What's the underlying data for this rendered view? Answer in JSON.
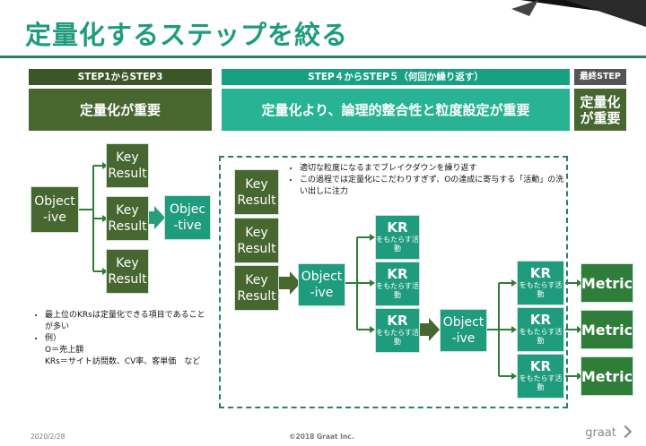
{
  "title": "定量化するステップを絞る",
  "headers": {
    "step13": "STEP1からSTEP3",
    "step45": "STEP４からSTEP５（何回か繰り返す）",
    "final": "最終STEP"
  },
  "panels": {
    "step13": "定量化が重要",
    "step45": "定量化より、論理的整合性と粒度設定が重要",
    "final_line1": "定量化",
    "final_line2": "が重要"
  },
  "left_diagram": {
    "object_box": {
      "line1": "Object",
      "line2": "-ive"
    },
    "key_results": [
      {
        "line1": "Key",
        "line2": "Result"
      },
      {
        "line1": "Key",
        "line2": "Result"
      },
      {
        "line1": "Key",
        "line2": "Result"
      }
    ],
    "objective_box": {
      "line1": "Objec",
      "line2": "-tive"
    }
  },
  "left_notes": [
    "最上位のKRsは定量化できる項目であることが多い",
    "例）\nO＝売上額\nKRs＝サイト訪問数、CV率、客単価　など"
  ],
  "right_notes": [
    "適切な粒度になるまでブレイクダウンを繰り返す",
    "この過程では定量化にこだわりすぎず、Oの達成に寄与する「活動」の洗い出しに注力"
  ],
  "right_diagram": {
    "key_results": [
      {
        "line1": "Key",
        "line2": "Result"
      },
      {
        "line1": "Key",
        "line2": "Result"
      },
      {
        "line1": "Key",
        "line2": "Result"
      }
    ],
    "objective_1": {
      "line1": "Object",
      "line2": "-ive"
    },
    "kr_col1": [
      {
        "title": "KR",
        "sub": "をもたらす活動"
      },
      {
        "title": "KR",
        "sub": "をもたらす活動"
      },
      {
        "title": "KR",
        "sub": "をもたらす活動"
      }
    ],
    "objective_2": {
      "line1": "Object",
      "line2": "-ive"
    },
    "kr_col2": [
      {
        "title": "KR",
        "sub": "をもたらす活動"
      },
      {
        "title": "KR",
        "sub": "をもたらす活動"
      },
      {
        "title": "KR",
        "sub": "をもたらす活動"
      }
    ],
    "metrics": [
      "Metric",
      "Metric",
      "Metric"
    ]
  },
  "footer": {
    "date": "2020/2/28",
    "copyright": "©2018 Graat Inc.",
    "logo": "graat"
  },
  "colors": {
    "title_teal": "#1f9b7e",
    "olive_green": "#476630",
    "teal": "#1f9b7e",
    "metric_green": "#2f7d38",
    "dark_gray": "#555555"
  }
}
